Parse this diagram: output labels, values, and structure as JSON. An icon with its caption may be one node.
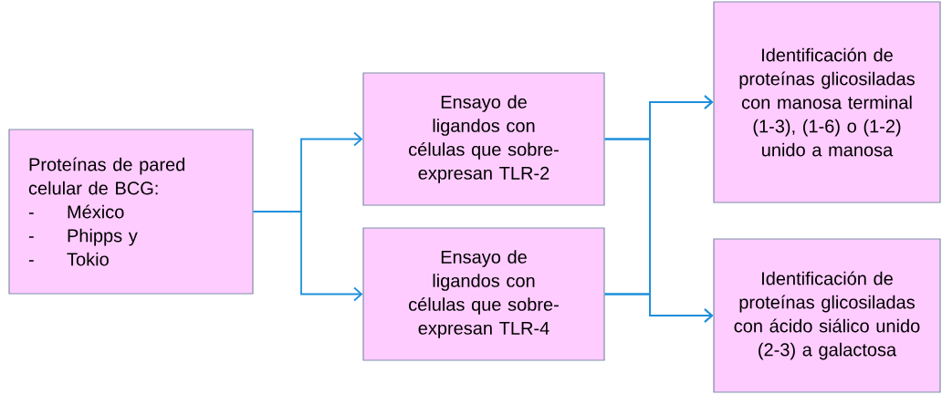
{
  "diagram": {
    "nodes": [
      {
        "text": [
          "Proteínas de pared celular de BCG:",
          "-",
          "México",
          "-",
          "Phipps y",
          "-",
          "Tokio"
        ]
      },
      {
        "text": [
          "Ensayo de ligandos con células que sobre-expresan TLR-2"
        ]
      },
      {
        "text": [
          "Ensayo de ligandos con células que sobre-expresan TLR-4"
        ]
      },
      {
        "text": [
          "Identificación de proteínas glicosiladas con manosa terminal (1-3), (1-6) o (1-2) unido a manosa"
        ]
      },
      {
        "text": [
          "Identificación de proteínas glicosiladas con ácido siálico unido (2-3) a galactosa"
        ]
      }
    ],
    "edges": [
      {
        "from": 0,
        "to": 1,
        "arrow": "to"
      },
      {
        "from": 0,
        "to": 2,
        "arrow": "to"
      },
      {
        "from": 1,
        "to": 3,
        "arrow": "to"
      },
      {
        "from": 1,
        "to": 4,
        "arrow": "to"
      },
      {
        "from": 2,
        "to": 3,
        "arrow": "to"
      },
      {
        "from": 2,
        "to": 4,
        "arrow": "to"
      }
    ]
  }
}
